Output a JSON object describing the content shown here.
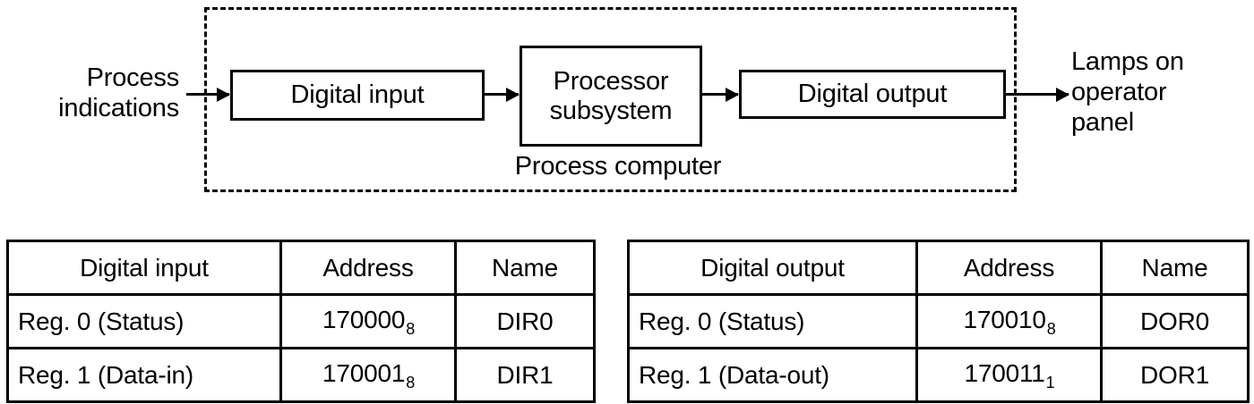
{
  "figure": {
    "title": "Process computer digital input/output block diagram and register address tables"
  },
  "diagram": {
    "enclosure_caption": "Process computer",
    "input_source_label": "Process indications",
    "output_target_label": "Lamps on operator panel",
    "blocks": [
      {
        "id": "digital-input",
        "label": "Digital input"
      },
      {
        "id": "processor",
        "label_line1": "Processor",
        "label_line2": "subsystem"
      },
      {
        "id": "digital-output",
        "label": "Digital output"
      }
    ],
    "arrows": [
      {
        "id": "arrow-in",
        "from": "Process indications",
        "to": "Digital input"
      },
      {
        "id": "arrow-di-proc",
        "from": "Digital input",
        "to": "Processor subsystem"
      },
      {
        "id": "arrow-proc-do",
        "from": "Processor subsystem",
        "to": "Digital output"
      },
      {
        "id": "arrow-out",
        "from": "Digital output",
        "to": "Lamps on operator panel"
      }
    ]
  },
  "tables": {
    "digital_input": {
      "headers": [
        "Digital input",
        "Address",
        "Name"
      ],
      "rows": [
        {
          "label": "Reg. 0 (Status)",
          "address": "170000",
          "address_sub": "8",
          "name": "DIR0"
        },
        {
          "label": "Reg. 1 (Data-in)",
          "address": "170001",
          "address_sub": "8",
          "name": "DIR1"
        }
      ]
    },
    "digital_output": {
      "headers": [
        "Digital output",
        "Address",
        "Name"
      ],
      "rows": [
        {
          "label": "Reg. 0 (Status)",
          "address": "170010",
          "address_sub": "8",
          "name": "DOR0"
        },
        {
          "label": "Reg. 1 (Data-out)",
          "address": "170011",
          "address_sub": "1",
          "name": "DOR1"
        }
      ]
    }
  },
  "colors": {
    "ink": "#000000",
    "paper": "#ffffff"
  }
}
